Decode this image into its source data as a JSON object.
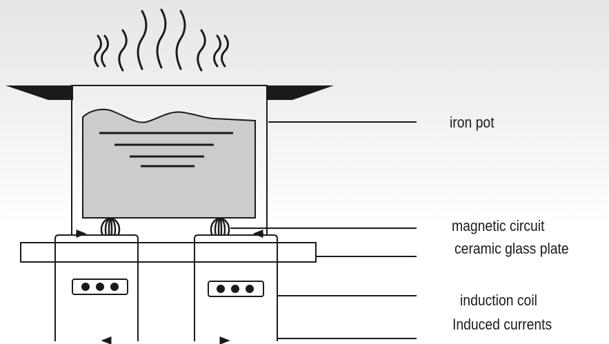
{
  "diagram": {
    "labels": {
      "iron_pot": "iron pot",
      "magnetic_circuit": "magnetic circuit",
      "ceramic_glass_plate": "ceramic glass plate",
      "induction_coil": "induction coil",
      "induced_currents": "Induced currents"
    },
    "colors": {
      "stroke": "#1a1a1a",
      "food_fill": "#cccccc",
      "background_top": "#e6e6e6",
      "background_bottom": "#ffffff"
    }
  }
}
